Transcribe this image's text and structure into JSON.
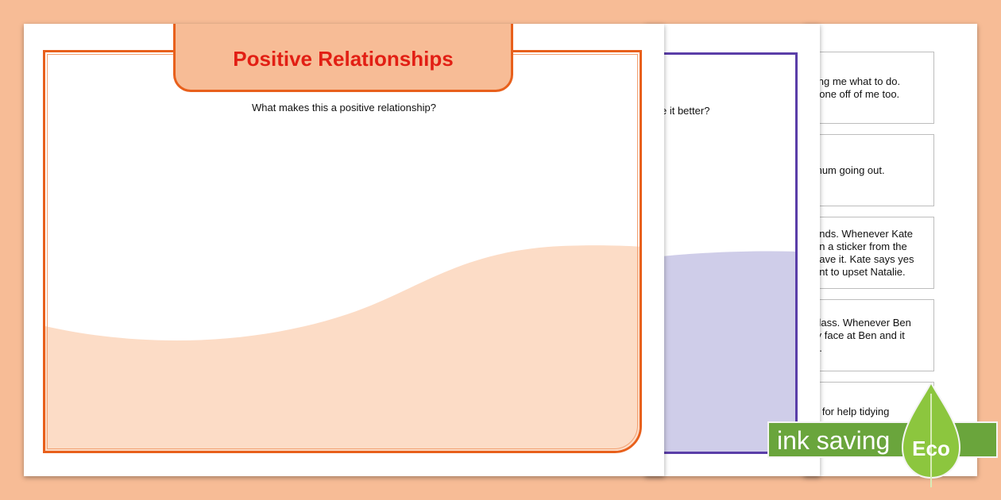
{
  "worksheet_front": {
    "title": "Positive Relationships",
    "question": "What makes this a positive relationship?"
  },
  "worksheet_middle": {
    "question_fragment": "e it better?"
  },
  "scenario_cards": [
    {
      "lines": [
        "ling me what to do.",
        "hone off of me too."
      ]
    },
    {
      "lines": [
        "mum going out."
      ]
    },
    {
      "lines": [
        "ends. Whenever Kate",
        "en a sticker from the",
        "have it. Kate says yes",
        "ant to upset Natalie."
      ]
    },
    {
      "lines": [
        "class. Whenever Ben",
        "ty face at Ben and it",
        "n."
      ]
    },
    {
      "lines": [
        "g for help tidying"
      ]
    }
  ],
  "badge": {
    "label": "ink saving",
    "eco": "Eco"
  },
  "colors": {
    "background": "#f7bc96",
    "front_accent": "#e8601c",
    "title_text": "#e21f14",
    "middle_accent": "#5a3ea8",
    "eco_green": "#6aa53c"
  }
}
